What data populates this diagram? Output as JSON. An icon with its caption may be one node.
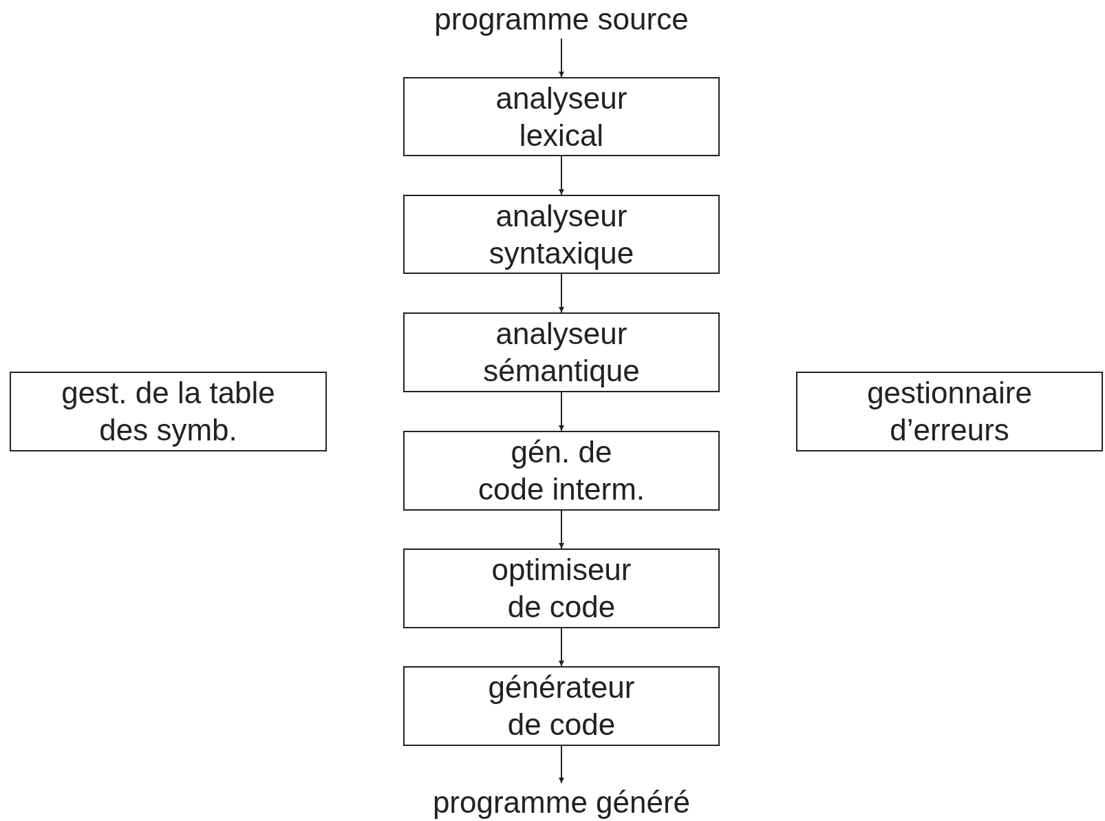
{
  "diagram": {
    "nodes": [
      {
        "text": [
          "programme source"
        ]
      },
      {
        "text": [
          "analyseur lexical"
        ]
      },
      {
        "text": [
          "analyseur syntaxique"
        ]
      },
      {
        "text": [
          "analyseur sémantique"
        ]
      },
      {
        "text": [
          "gest. de la table des symb."
        ]
      },
      {
        "text": [
          "gestionnaire d’erreurs"
        ]
      },
      {
        "text": [
          "gén. de code interm."
        ]
      },
      {
        "text": [
          "optimiseur de code"
        ]
      },
      {
        "text": [
          "générateur de code"
        ]
      },
      {
        "text": [
          "programme généré"
        ]
      }
    ],
    "edges": [
      {
        "from": 0,
        "to": 1,
        "arrow": "to"
      },
      {
        "from": 1,
        "to": 2,
        "arrow": "to"
      },
      {
        "from": 2,
        "to": 3,
        "arrow": "to"
      },
      {
        "from": 3,
        "to": 6,
        "arrow": "to"
      },
      {
        "from": 6,
        "to": 7,
        "arrow": "to"
      },
      {
        "from": 7,
        "to": 8,
        "arrow": "to"
      },
      {
        "from": 8,
        "to": 9,
        "arrow": "to"
      }
    ]
  }
}
